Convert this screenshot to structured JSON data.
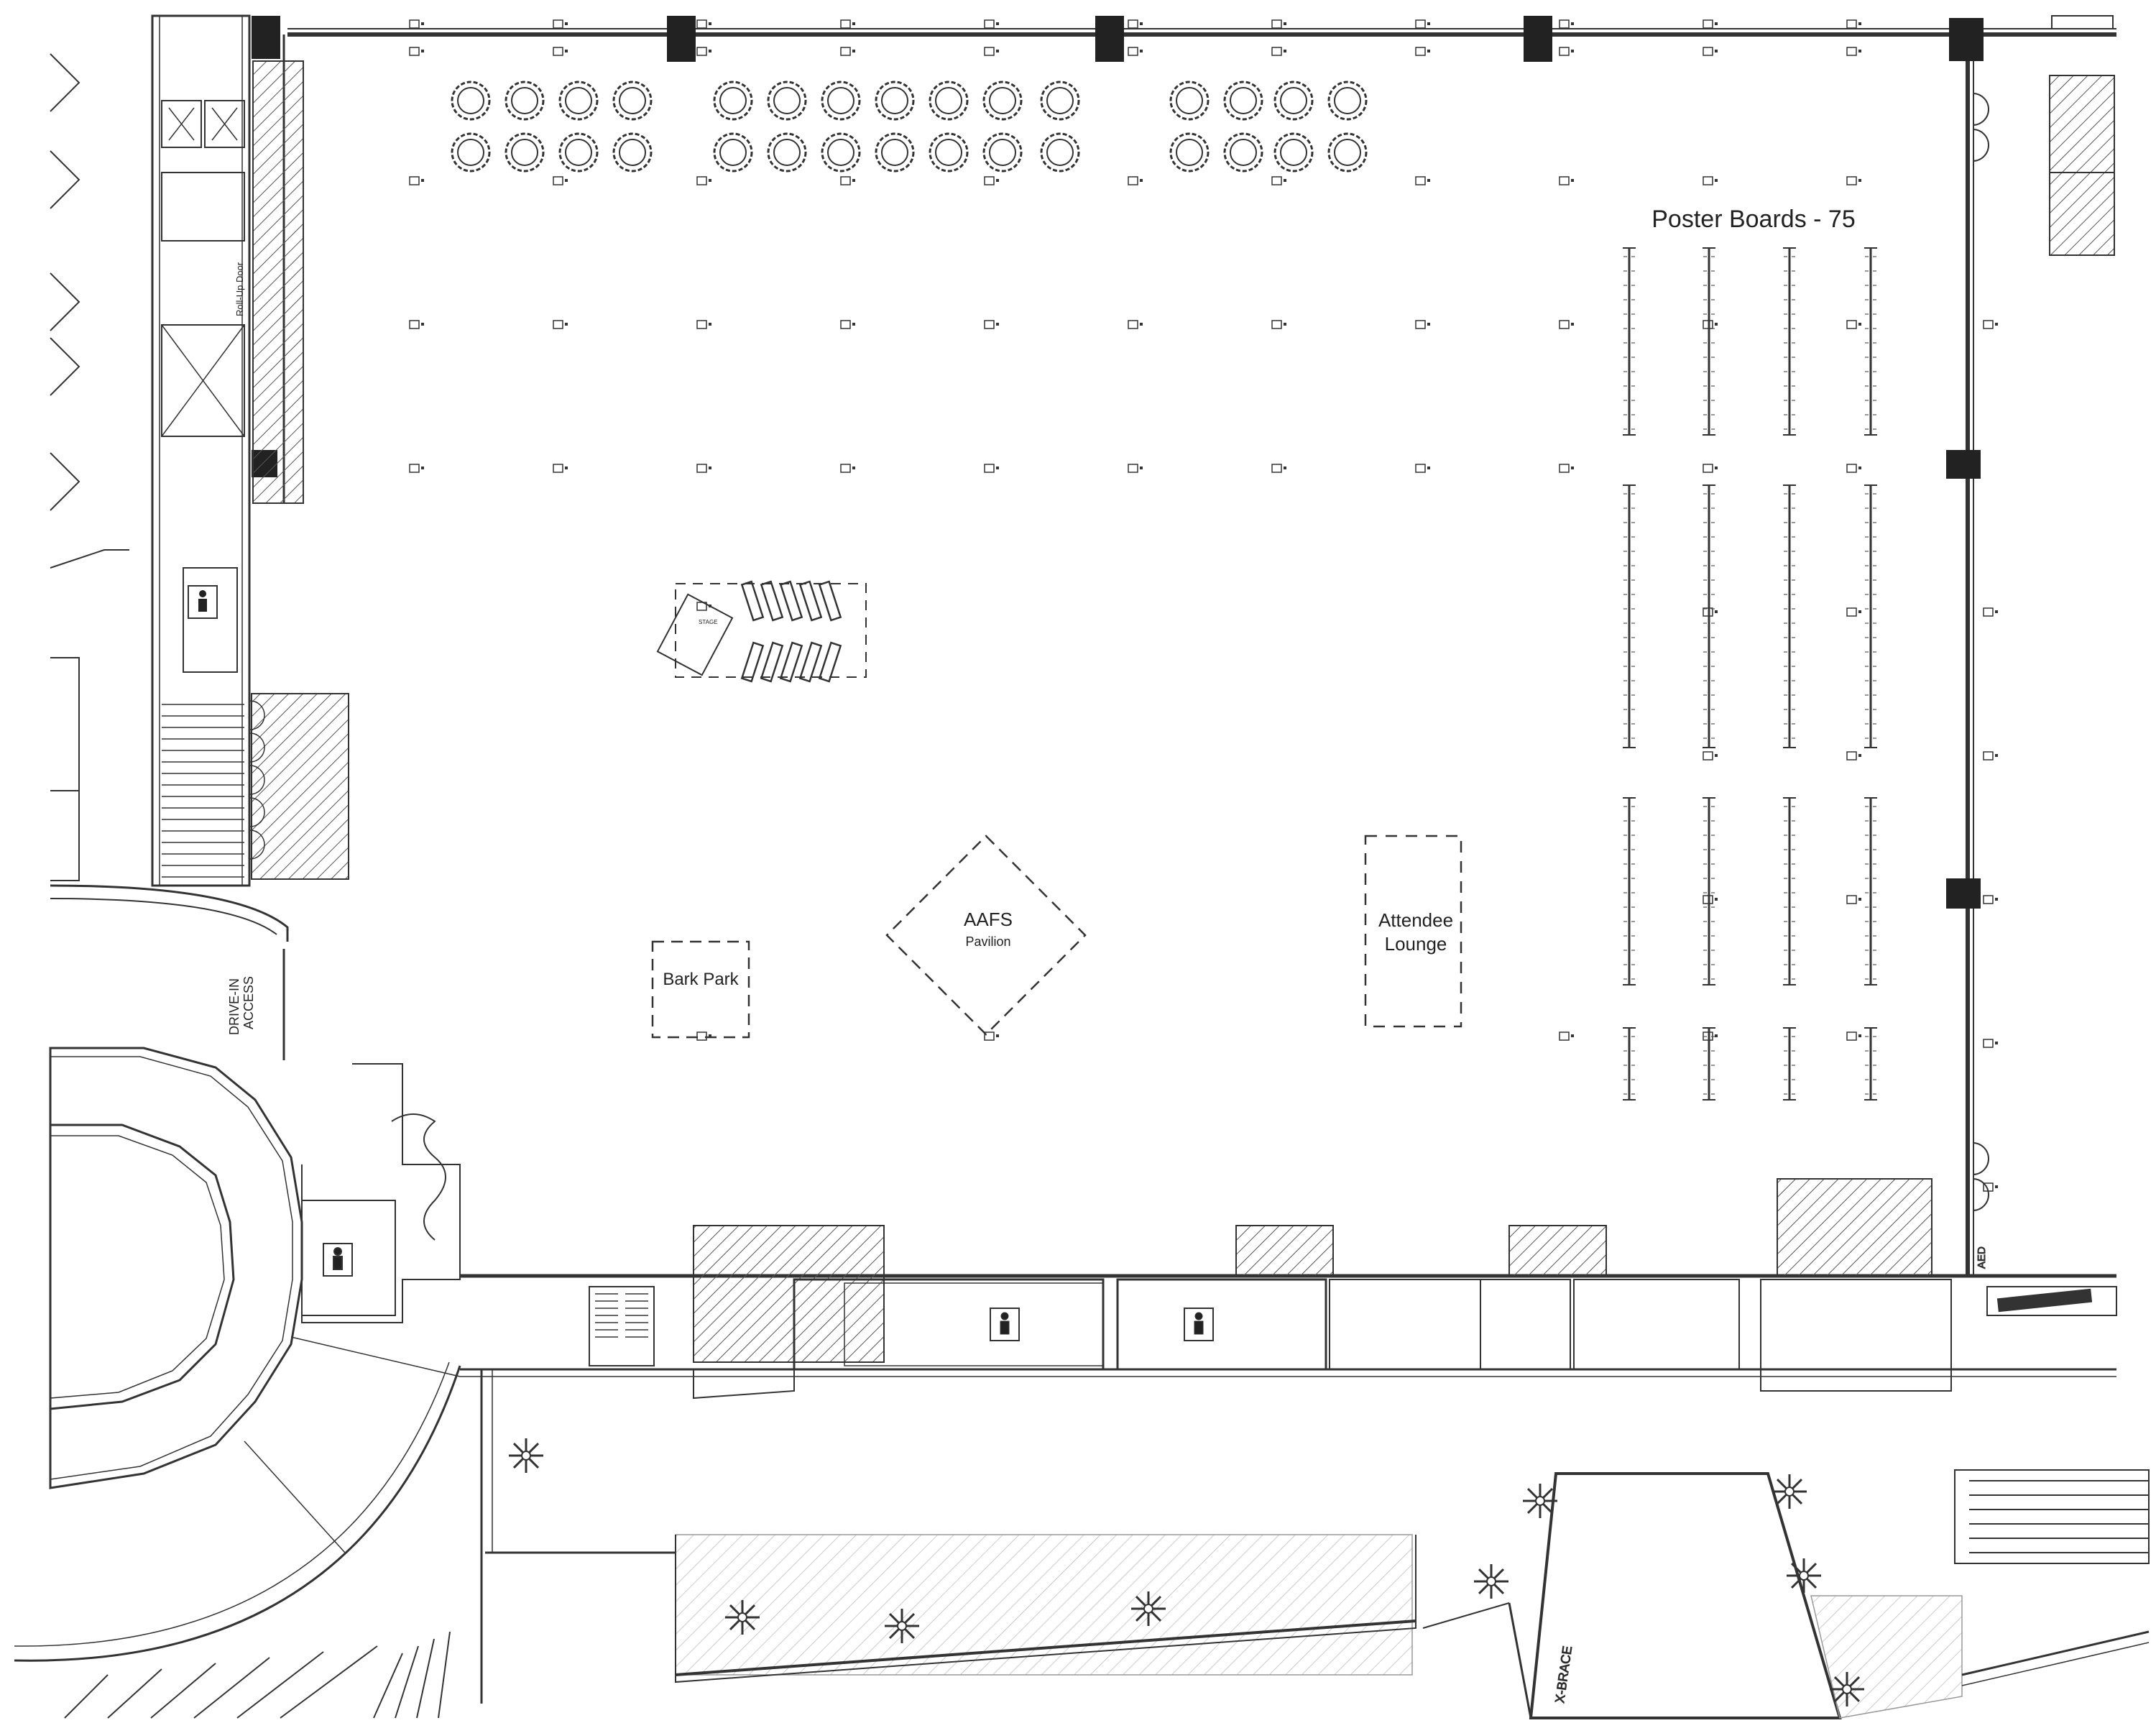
{
  "labels": {
    "poster_boards": "Poster Boards - 75",
    "aafs": "AAFS",
    "pavilion": "Pavilion",
    "bark_park": "Bark Park",
    "attendee_line1": "Attendee",
    "attendee_line2": "Lounge",
    "drive_in_line1": "DRIVE-IN",
    "drive_in_line2": "ACCESS",
    "roll_up_door": "Roll-Up Door",
    "x_brace": "X-BRACE",
    "aed": "AED",
    "stage": "STAGE"
  },
  "colors": {
    "ink": "#333333",
    "hatch": "#555555",
    "column": "#222222",
    "background": "#ffffff"
  },
  "icons": [
    "restroom-icon",
    "palm-tree-icon",
    "column-icon",
    "round-table-icon"
  ]
}
